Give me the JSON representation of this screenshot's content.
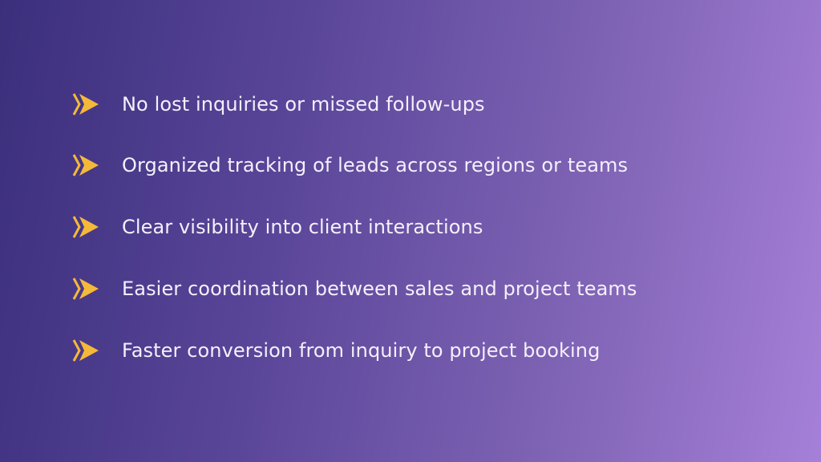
{
  "colors": {
    "bullet": "#f5b93a",
    "text": "#f4f0fb"
  },
  "bullet_icon": "double-chevron-arrow",
  "items": [
    {
      "label": "No lost inquiries or missed follow-ups"
    },
    {
      "label": "Organized tracking of leads across regions or teams"
    },
    {
      "label": "Clear visibility into client interactions"
    },
    {
      "label": "Easier coordination between sales and project teams"
    },
    {
      "label": "Faster conversion from inquiry to project booking"
    }
  ]
}
